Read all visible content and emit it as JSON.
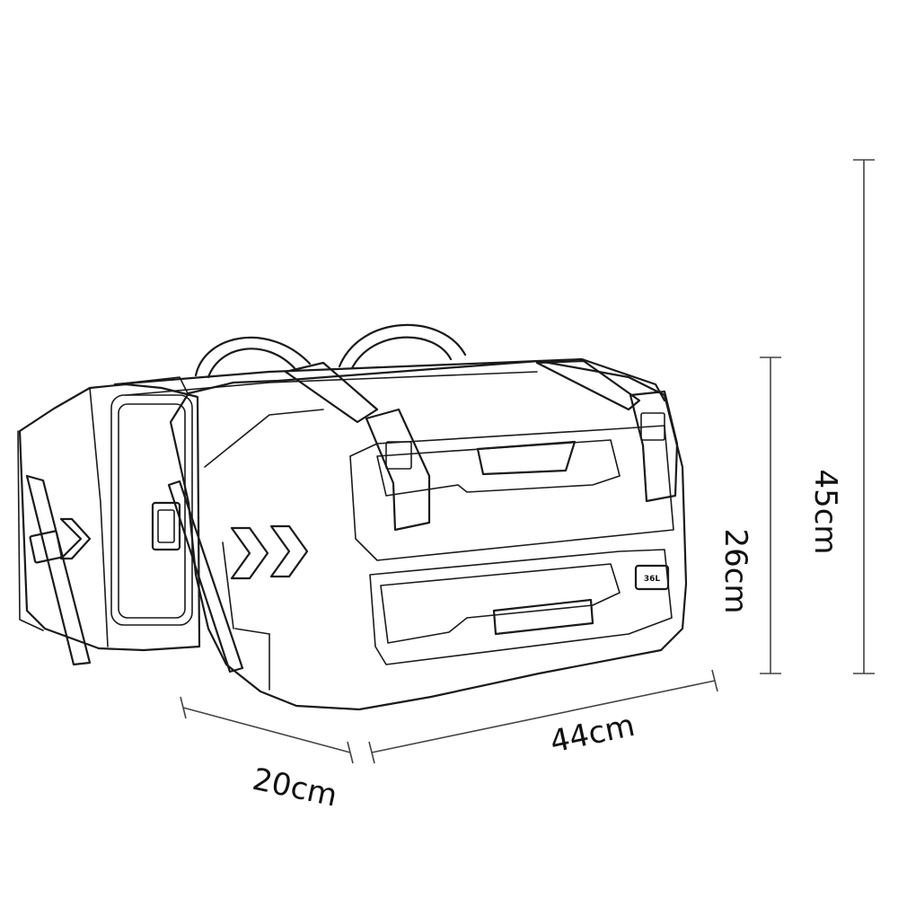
{
  "dimensions": {
    "depth": "20cm",
    "width": "44cm",
    "bag_height": "26cm",
    "total_height": "45cm"
  },
  "bag": {
    "capacity_badge": "36L"
  }
}
